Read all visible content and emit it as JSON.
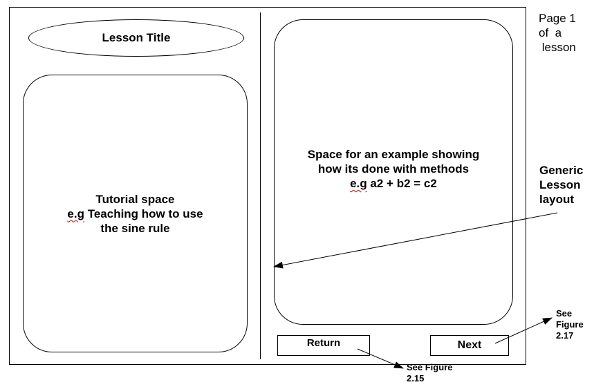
{
  "lesson_title": "Lesson Title",
  "tutorial_box": {
    "line1": "Tutorial space",
    "line2_spellcheck_word": "e.g",
    "line2_rest": " Teaching how to use",
    "line3": "the sine rule"
  },
  "example_box": {
    "line1": "Space for an example showing",
    "line2": "how its done with methods",
    "line3_spellcheck_word": "e.g",
    "line3_rest": " a2 + b2 = c2"
  },
  "buttons": {
    "return_label": "Return",
    "next_label": "Next"
  },
  "annotations": {
    "page_note": [
      "Page 1",
      "of  a",
      " lesson"
    ],
    "generic_note": [
      "Generic",
      "Lesson",
      "layout"
    ],
    "next_ref": [
      "See",
      "Figure",
      "2.17"
    ],
    "return_ref": [
      "See Figure",
      "2.15"
    ]
  }
}
